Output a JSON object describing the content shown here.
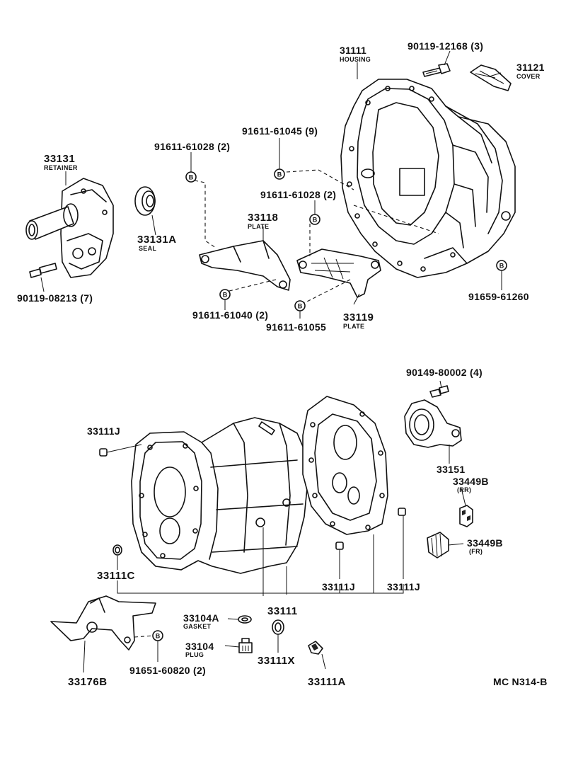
{
  "diagram_code": "MC N314-B",
  "bolt_mark": "B",
  "parts": {
    "p31111": {
      "number": "31111",
      "name": "HOUSING"
    },
    "p90119_12168": {
      "number": "90119-12168 (3)"
    },
    "p31121": {
      "number": "31121",
      "name": "COVER"
    },
    "p33131": {
      "number": "33131",
      "name": "RETAINER"
    },
    "p91611_61028a": {
      "number": "91611-61028 (2)"
    },
    "p91611_61045": {
      "number": "91611-61045 (9)"
    },
    "p91611_61028b": {
      "number": "91611-61028 (2)"
    },
    "p33118": {
      "number": "33118",
      "name": "PLATE"
    },
    "p33131A": {
      "number": "33131A",
      "name": "SEAL"
    },
    "p90119_08213": {
      "number": "90119-08213 (7)"
    },
    "p91611_61040": {
      "number": "91611-61040 (2)"
    },
    "p91611_61055": {
      "number": "91611-61055"
    },
    "p33119": {
      "number": "33119",
      "name": "PLATE"
    },
    "p91659_61260": {
      "number": "91659-61260"
    },
    "p90149_80002": {
      "number": "90149-80002 (4)"
    },
    "p33111J_a": {
      "number": "33111J"
    },
    "p33151": {
      "number": "33151"
    },
    "p33449B_rr": {
      "number": "33449B",
      "name": "(RR)"
    },
    "p33449B_fr": {
      "number": "33449B",
      "name": "(FR)"
    },
    "p33111C": {
      "number": "33111C"
    },
    "p33111J_b": {
      "number": "33111J"
    },
    "p33111J_c": {
      "number": "33111J"
    },
    "p33111": {
      "number": "33111"
    },
    "p33104A": {
      "number": "33104A",
      "name": "GASKET"
    },
    "p33104": {
      "number": "33104",
      "name": "PLUG"
    },
    "p33111X": {
      "number": "33111X"
    },
    "p33111A": {
      "number": "33111A"
    },
    "p33176B": {
      "number": "33176B"
    },
    "p91651_60820": {
      "number": "91651-60820 (2)"
    }
  }
}
